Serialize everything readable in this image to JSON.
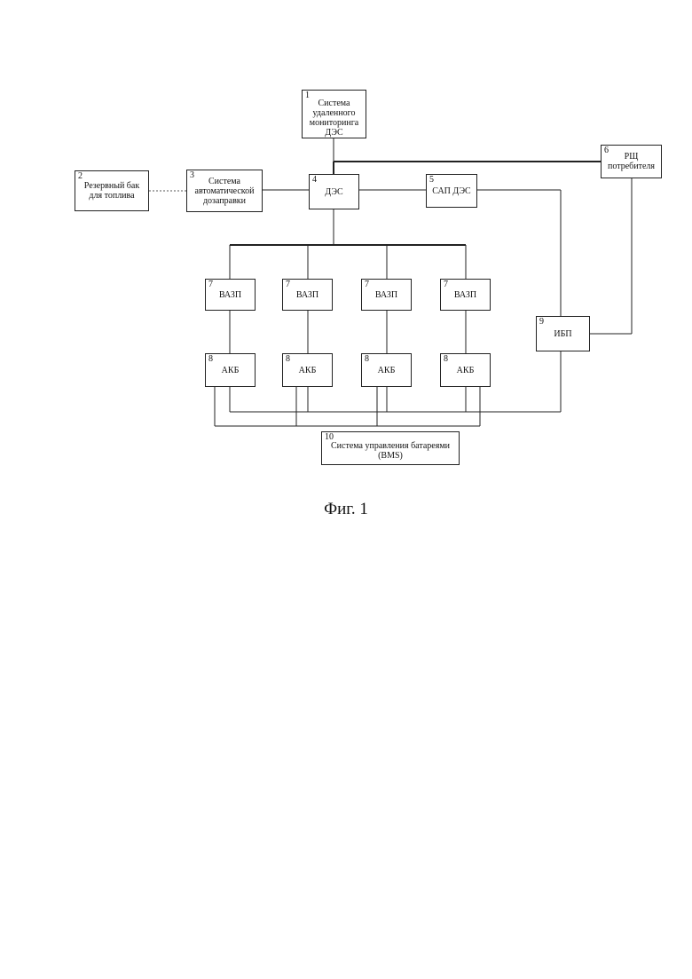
{
  "diagram": {
    "caption": "Фиг. 1",
    "blocks": {
      "monitoring": {
        "num": "1",
        "label": "Система\nудаленного\nмониторинга\nДЭС"
      },
      "reserve_tank": {
        "num": "2",
        "label": "Резервный бак\nдля топлива"
      },
      "auto_refuel": {
        "num": "3",
        "label": "Система\nавтоматической\nдозаправки"
      },
      "des": {
        "num": "4",
        "label": "ДЭС"
      },
      "sap_des": {
        "num": "5",
        "label": "САП ДЭС"
      },
      "rsh": {
        "num": "6",
        "label": "РЩ\nпотребителя"
      },
      "vazp_1": {
        "num": "7",
        "label": "ВАЗП"
      },
      "vazp_2": {
        "num": "7",
        "label": "ВАЗП"
      },
      "vazp_3": {
        "num": "7",
        "label": "ВАЗП"
      },
      "vazp_4": {
        "num": "7",
        "label": "ВАЗП"
      },
      "akb_1": {
        "num": "8",
        "label": "АКБ"
      },
      "akb_2": {
        "num": "8",
        "label": "АКБ"
      },
      "akb_3": {
        "num": "8",
        "label": "АКБ"
      },
      "akb_4": {
        "num": "8",
        "label": "АКБ"
      },
      "ibp": {
        "num": "9",
        "label": "ИБП"
      },
      "bms": {
        "num": "10",
        "label": "Система управления батареями\n(BMS)"
      }
    }
  }
}
